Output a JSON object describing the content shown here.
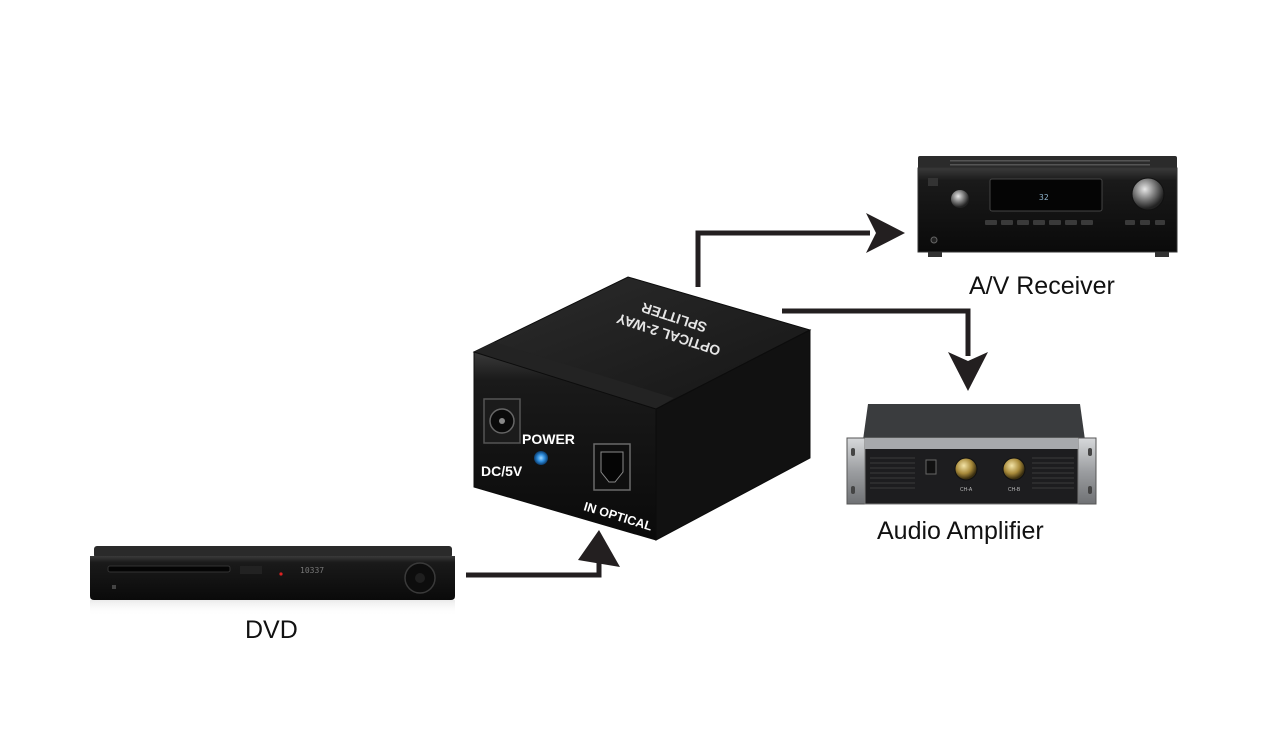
{
  "devices": {
    "dvd": {
      "label": "DVD",
      "display_readout": "10337"
    },
    "receiver": {
      "label": "A/V Receiver",
      "display_readout": "32"
    },
    "amplifier": {
      "label": "Audio Amplifier",
      "knob_label_a": "CH-A",
      "knob_label_b": "CH-B"
    },
    "splitter": {
      "top_label_line1": "OPTICAL 2-WAY",
      "top_label_line2": "SPLITTER",
      "power_label": "POWER",
      "dc_label": "DC/5V",
      "input_label": "IN OPTICAL"
    }
  },
  "colors": {
    "device_body": "#151515",
    "device_edge": "#2e2e2e",
    "arrow": "#231f20",
    "power_led": "#2f8fe0",
    "amp_silver": "#a7a9ac",
    "caption": "#111111"
  },
  "icons": {
    "led": "power-led-icon",
    "toslink": "toslink-port-icon",
    "dc_jack": "dc-jack-icon"
  }
}
